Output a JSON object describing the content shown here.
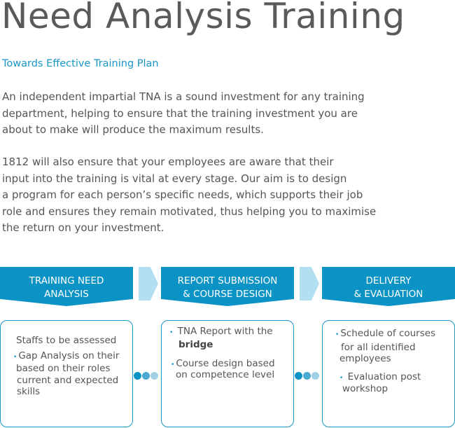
{
  "title": "Need Analysis  Training",
  "subtitle": "Towards Effective Training Plan",
  "paragraphs": [
    [
      "An independent impartial TNA is a sound investment for any training",
      "department, helping to ensure that the training investment you are",
      "about to make will produce the maximum results."
    ],
    [
      "1812 will also ensure that your employees are aware that their",
      "input into the training is vital at  every stage. Our aim is to design",
      "a program for each person’s specific needs, which supports their job",
      "role and ensures they remain motivated, thus helping you to maximise",
      "the return  on your  investment."
    ]
  ],
  "stages": [
    {
      "heading": [
        "TRAINING NEED",
        "ANALYSIS"
      ],
      "items": [
        "Staffs  to be assessed",
        "Gap Analysis on their",
        "based on their roles",
        "current and expected",
        "skills"
      ]
    },
    {
      "heading": [
        "REPORT SUBMISSION",
        "& COURSE DESIGN"
      ],
      "items": [
        "TNA Report  with the",
        "bridge",
        "Course  design  based",
        "on competence  level"
      ]
    },
    {
      "heading": [
        "DELIVERY",
        "& EVALUATION"
      ],
      "items": [
        "Schedule   of courses",
        "for all identified",
        "employees",
        "Evaluation post",
        "workshop"
      ]
    }
  ],
  "colors": {
    "accent": "#0a93c4",
    "chevron": "#b3dff0",
    "dot_dark": "#0a93c4",
    "dot_mid": "#4aa9d0",
    "dot_light": "#9fd0e6"
  }
}
